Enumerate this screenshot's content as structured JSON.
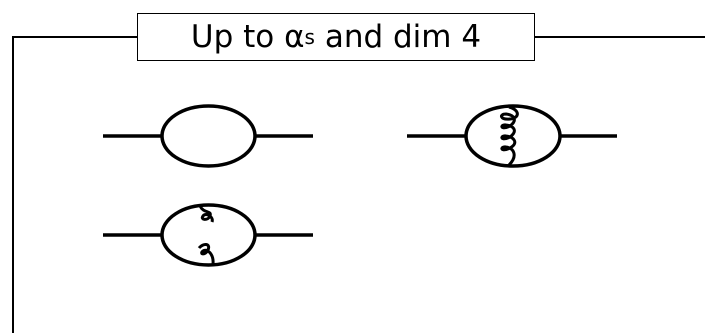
{
  "title": {
    "prefix": "Up to ",
    "symbol": "α",
    "subscript": "s",
    "suffix": " and dim 4"
  },
  "diagrams": [
    {
      "name": "one-loop-bubble",
      "gluon_exchanges": 0
    },
    {
      "name": "bubble-gluon-exchange-across",
      "gluon_exchanges": 1
    },
    {
      "name": "bubble-gluon-self-energy",
      "gluon_exchanges": 1
    }
  ],
  "colors": {
    "line": "#000000",
    "background": "#ffffff"
  }
}
